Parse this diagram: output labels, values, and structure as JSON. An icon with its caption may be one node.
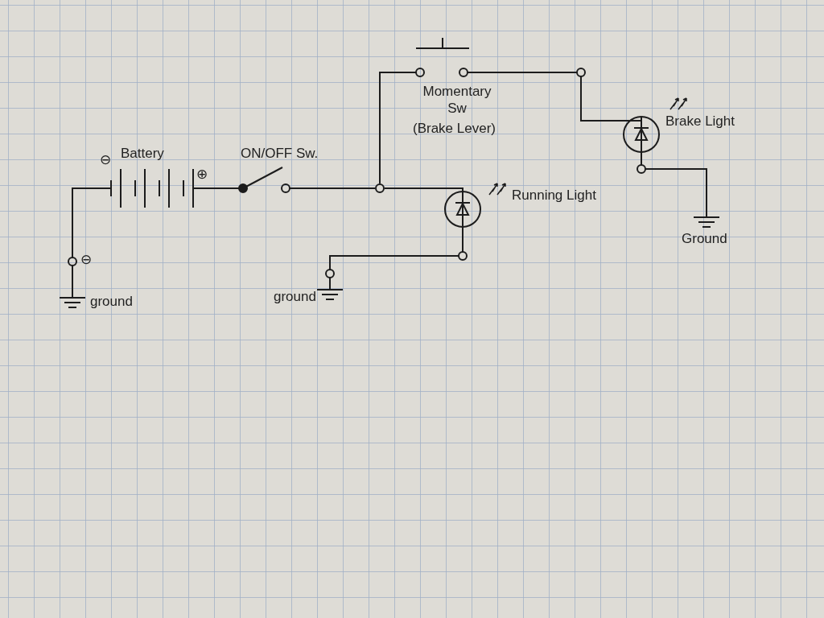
{
  "diagram": {
    "nodes": [
      {
        "text": [
          "Battery",
          "⊖",
          "⊕"
        ]
      },
      {
        "text": [
          "ON/OFF Sw."
        ]
      },
      {
        "text": [],
        "shape": "circle"
      },
      {
        "text": [
          "Momentary Sw",
          "(Brake Lever)"
        ]
      },
      {
        "text": [
          "Running Light"
        ]
      },
      {
        "text": [
          "Brake Light"
        ]
      },
      {
        "text": [
          "ground"
        ]
      },
      {
        "text": [
          "ground"
        ]
      },
      {
        "text": [
          "Ground"
        ]
      }
    ],
    "edges": [
      {
        "from": 0,
        "to": 1,
        "arrow": "none"
      },
      {
        "from": 1,
        "to": 2,
        "arrow": "none"
      },
      {
        "from": 2,
        "to": 3,
        "arrow": "none"
      },
      {
        "from": 2,
        "to": 4,
        "arrow": "none"
      },
      {
        "from": 3,
        "to": 5,
        "arrow": "none"
      },
      {
        "from": 4,
        "to": 7,
        "arrow": "none"
      },
      {
        "from": 5,
        "to": 8,
        "arrow": "none"
      },
      {
        "from": 0,
        "to": 6,
        "arrow": "none"
      }
    ],
    "labels": [
      "⊖"
    ]
  }
}
